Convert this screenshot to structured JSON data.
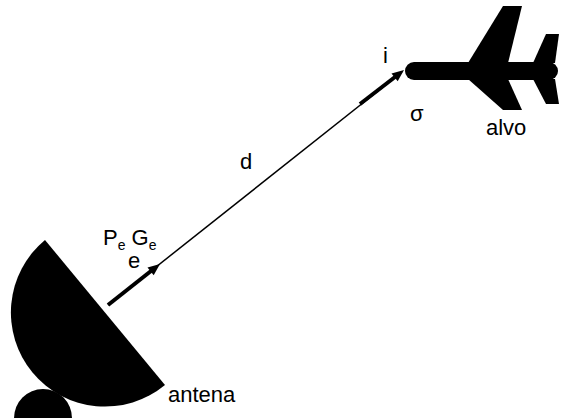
{
  "diagram": {
    "labels": [
      "Pe Ge",
      "e",
      "d",
      "i",
      "σ",
      "alvo",
      "antena"
    ]
  }
}
